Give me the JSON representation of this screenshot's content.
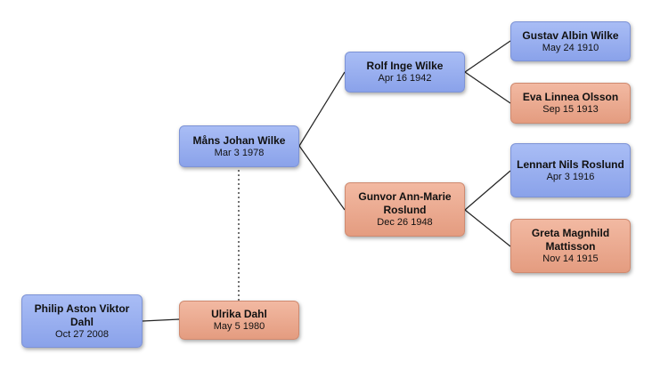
{
  "people": {
    "philip": {
      "name": "Philip Aston Viktor Dahl",
      "date": "Oct 27 2008",
      "gender": "male"
    },
    "ulrika": {
      "name": "Ulrika Dahl",
      "date": "May 5 1980",
      "gender": "female"
    },
    "mans": {
      "name": "Måns Johan Wilke",
      "date": "Mar 3 1978",
      "gender": "male"
    },
    "rolf": {
      "name": "Rolf Inge Wilke",
      "date": "Apr 16 1942",
      "gender": "male"
    },
    "gunvor": {
      "name": "Gunvor Ann-Marie Roslund",
      "date": "Dec 26 1948",
      "gender": "female"
    },
    "gustav": {
      "name": "Gustav Albin Wilke",
      "date": "May 24 1910",
      "gender": "male"
    },
    "eva": {
      "name": "Eva Linnea Olsson",
      "date": "Sep 15 1913",
      "gender": "female"
    },
    "lennart": {
      "name": "Lennart Nils Roslund",
      "date": "Apr 3 1916",
      "gender": "male"
    },
    "greta": {
      "name": "Greta Magnhild Mattisson",
      "date": "Nov 14 1915",
      "gender": "female"
    }
  },
  "colors": {
    "male": "#8aa2ea",
    "female": "#e49c80",
    "line": "#222222"
  }
}
